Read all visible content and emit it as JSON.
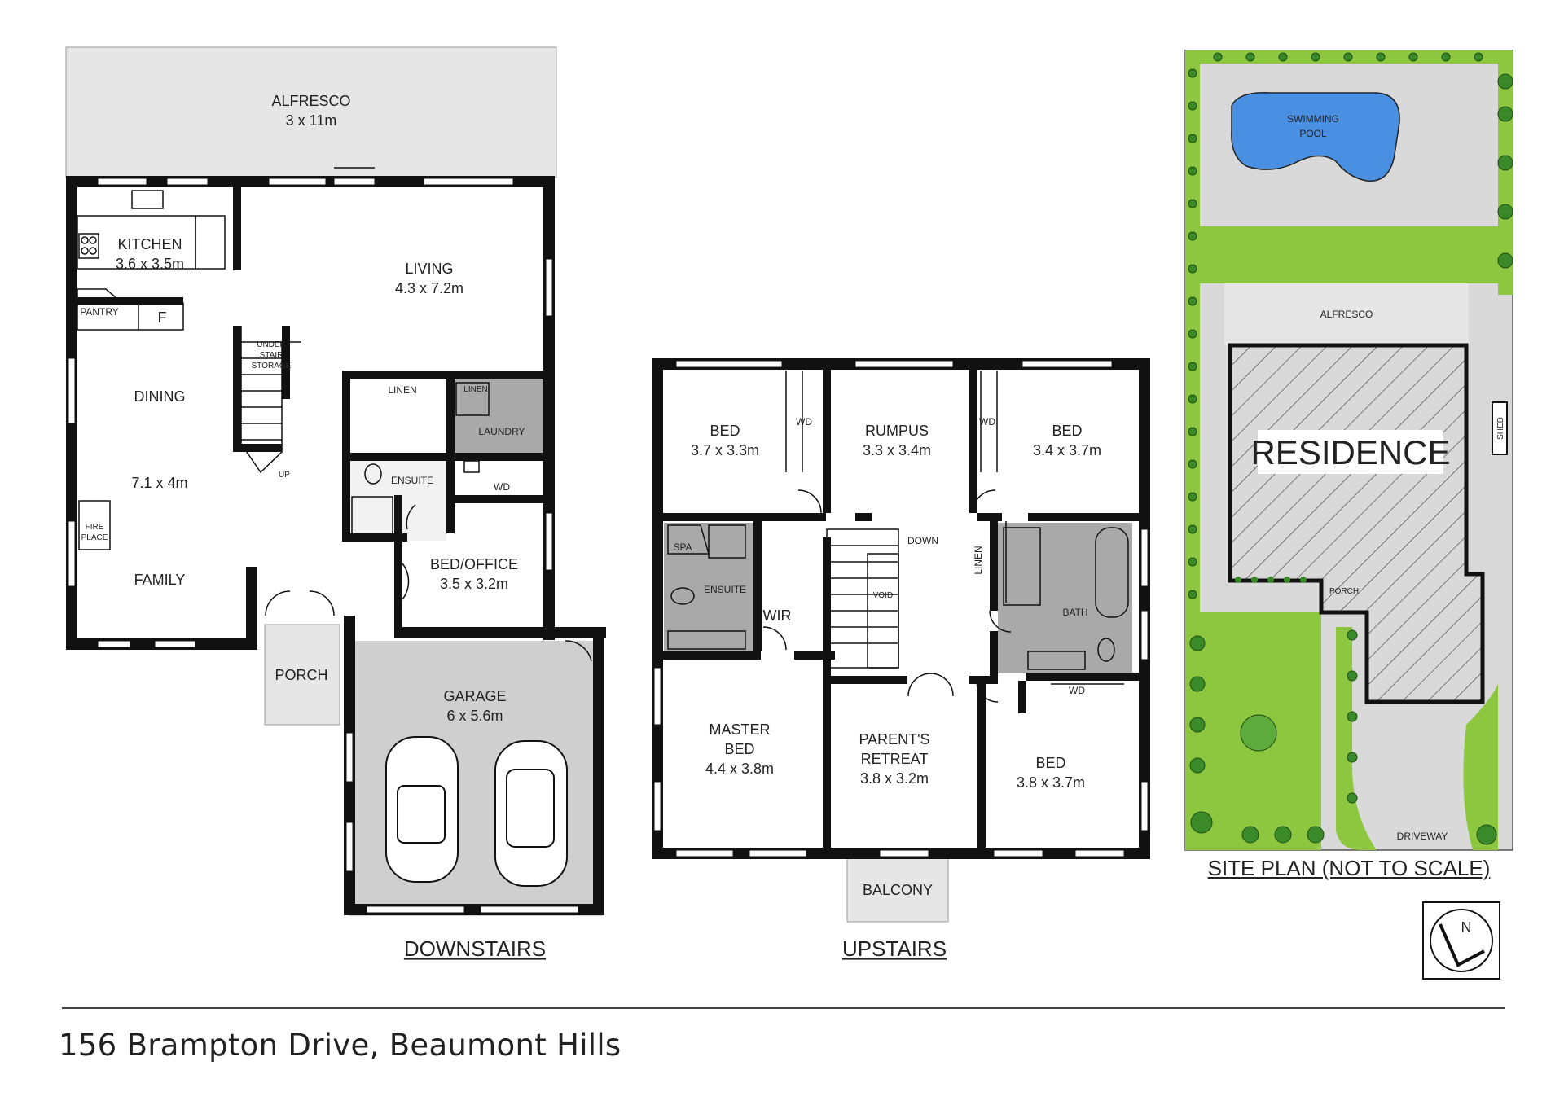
{
  "address": "156 Brampton Drive, Beaumont Hills",
  "downstairs": {
    "title": "DOWNSTAIRS",
    "alfresco": {
      "name": "ALFRESCO",
      "size": "3 x 11m"
    },
    "kitchen": {
      "name": "KITCHEN",
      "size": "3.6 x 3.5m"
    },
    "pantry": "PANTRY",
    "fridge": "F",
    "living": {
      "name": "LIVING",
      "size": "4.3 x 7.2m"
    },
    "dining": "DINING",
    "dining_size": "7.1 x 4m",
    "family": "FAMILY",
    "fireplace_1": "FIRE",
    "fireplace_2": "PLACE",
    "under_stair_1": "UNDER",
    "under_stair_2": "STAIR",
    "under_stair_3": "STORAGE",
    "up": "UP",
    "linen": "LINEN",
    "linen_small": "LINEN",
    "laundry": "LAUNDRY",
    "ensuite": "ENSUITE",
    "wd": "WD",
    "bed_office": {
      "name": "BED/OFFICE",
      "size": "3.5 x 3.2m"
    },
    "porch": "PORCH",
    "garage": {
      "name": "GARAGE",
      "size": "6 x 5.6m"
    }
  },
  "upstairs": {
    "title": "UPSTAIRS",
    "bed1": {
      "name": "BED",
      "size": "3.7 x 3.3m"
    },
    "wd1": "WD",
    "rumpus": {
      "name": "RUMPUS",
      "size": "3.3 x 3.4m"
    },
    "wd2": "WD",
    "bed2": {
      "name": "BED",
      "size": "3.4 x 3.7m"
    },
    "spa": "SPA",
    "ensuite": "ENSUITE",
    "wir": "WIR",
    "down": "DOWN",
    "void": "VOID",
    "linen": "LINEN",
    "bath": "BATH",
    "master": {
      "name1": "MASTER",
      "name2": "BED",
      "size": "4.4 x 3.8m"
    },
    "retreat": {
      "name1": "PARENT'S",
      "name2": "RETREAT",
      "size": "3.8 x 3.2m"
    },
    "wd3": "WD",
    "bed3": {
      "name": "BED",
      "size": "3.8 x 3.7m"
    },
    "balcony": "BALCONY"
  },
  "site": {
    "title": "SITE PLAN (NOT TO SCALE)",
    "pool_1": "SWIMMING",
    "pool_2": "POOL",
    "alfresco": "ALFRESCO",
    "residence": "RESIDENCE",
    "shed": "SHED",
    "porch": "PORCH",
    "driveway": "DRIVEWAY",
    "north": "N"
  },
  "colors": {
    "wall": "#111111",
    "grey_area": "#d9d9d9",
    "wet_area": "#a9a9a9",
    "pool": "#4a90e2",
    "lawn": "#8dc63f",
    "alfresco": "#e6e6e6"
  }
}
